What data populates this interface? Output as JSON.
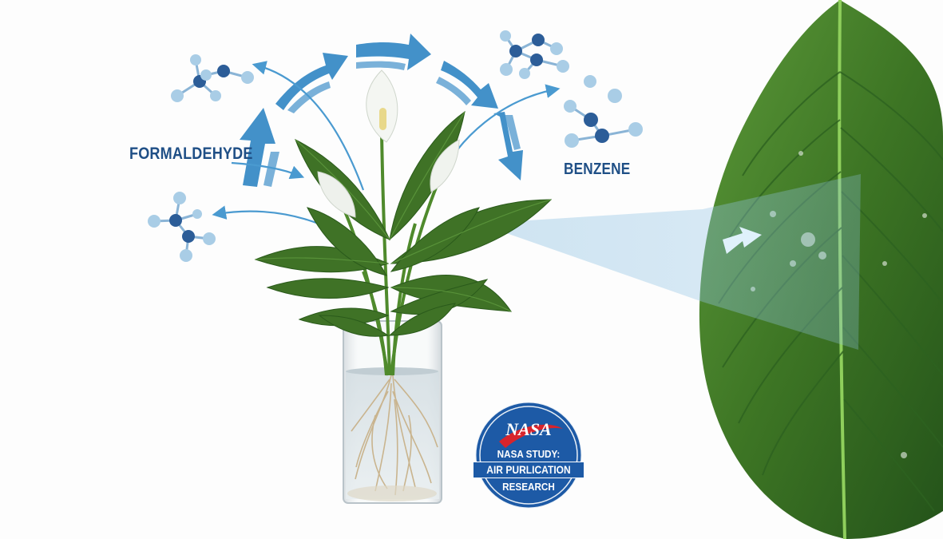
{
  "labels": {
    "formaldehyde": "FORMALDEHYDE",
    "benzene": "BENZENE"
  },
  "badge": {
    "logo": "NASA",
    "line1": "NASA STUDY:",
    "line2": "AIR PURLICATION",
    "line3": "RESEARCH"
  },
  "colors": {
    "arrow_blue": "#2f86c4",
    "molecule_dark": "#2c5d98",
    "molecule_light": "#a9cde6",
    "leaf_green": "#3f7a26",
    "badge_blue": "#1d5aa6"
  }
}
